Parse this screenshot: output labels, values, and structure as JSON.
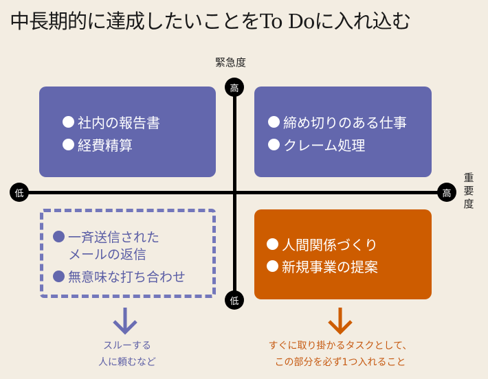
{
  "title": "中長期的に達成したいことをTo Doに入れ込む",
  "axes": {
    "vertical_label": "緊急度",
    "horizontal_label": [
      "重",
      "要",
      "度"
    ],
    "high": "高",
    "low": "低"
  },
  "quadrants": {
    "top_left": {
      "items": [
        "社内の報告書",
        "経費精算"
      ]
    },
    "top_right": {
      "items": [
        "締め切りのある仕事",
        "クレーム処理"
      ]
    },
    "bottom_left": {
      "items": [
        [
          "一斉送信された",
          "メールの返信"
        ],
        [
          "無意味な打ち合わせ"
        ]
      ]
    },
    "bottom_right": {
      "items": [
        "人間関係づくり",
        "新規事業の提案"
      ]
    }
  },
  "notes": {
    "left": [
      "スルーする",
      "人に頼むなど"
    ],
    "right": [
      "すぐに取り掛かるタスクとして、",
      "この部分を必ず1つ入れること"
    ]
  },
  "colors": {
    "blue": "#6367ad",
    "orange": "#cd5c00",
    "background": "#f3ede2"
  }
}
